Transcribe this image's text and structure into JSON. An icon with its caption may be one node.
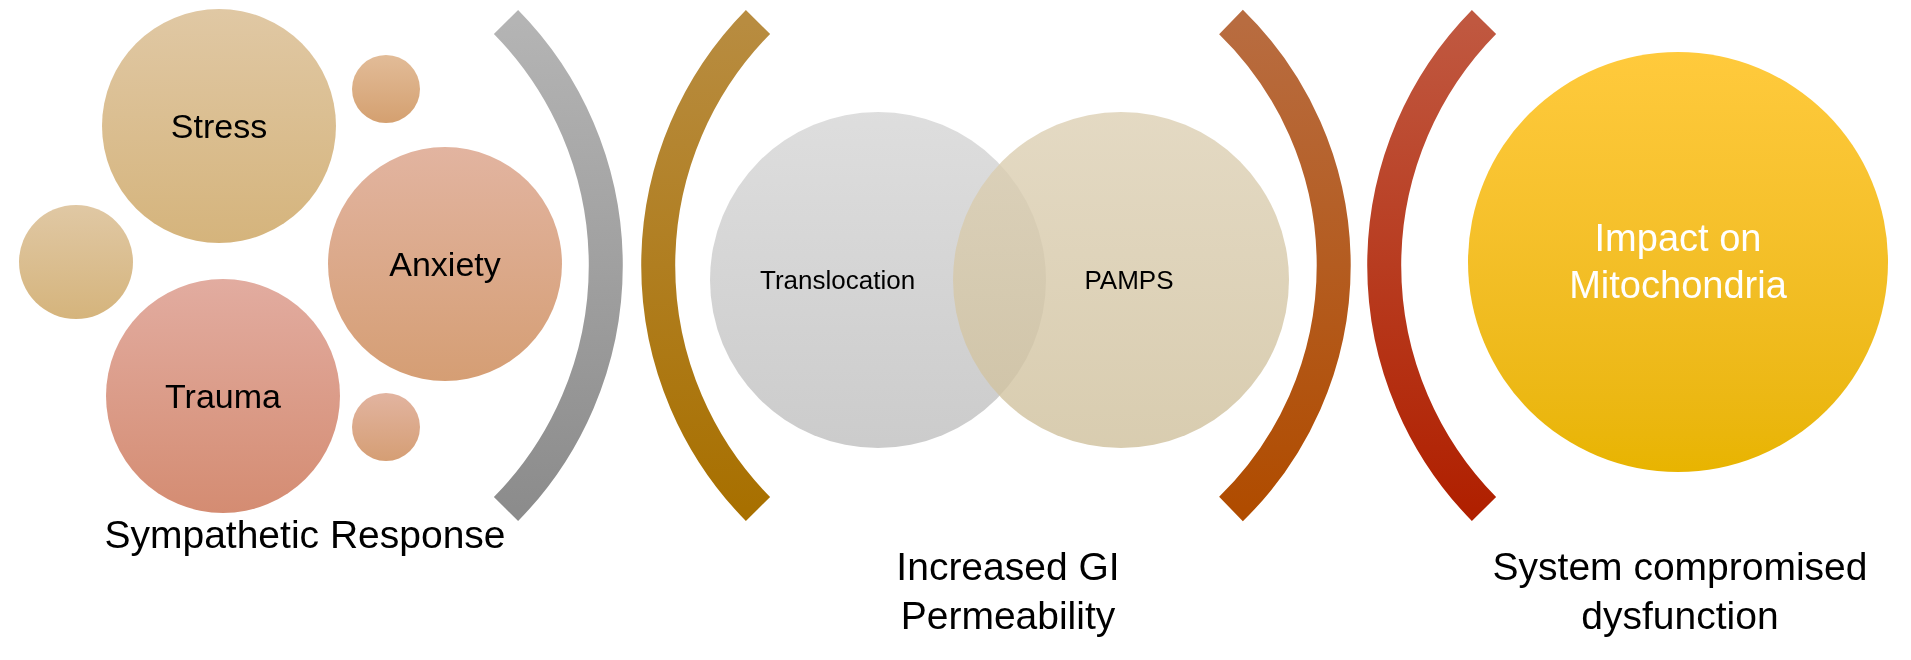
{
  "diagram": {
    "nodes": [
      {
        "text": [
          "Stress"
        ]
      },
      {
        "text": [],
        "shape": "circle"
      },
      {
        "text": [],
        "shape": "circle"
      },
      {
        "text": [
          "Anxiety"
        ]
      },
      {
        "text": [
          "Trauma"
        ]
      },
      {
        "text": [],
        "shape": "circle"
      },
      {
        "text": [
          "Translocation"
        ]
      },
      {
        "text": [
          "PAMPS"
        ]
      },
      {
        "text": [
          "Impact on Mitochondria"
        ]
      }
    ],
    "labels": [
      "Sympathetic Response",
      "Increased GI Permeability",
      "System compromised dysfunction"
    ]
  }
}
